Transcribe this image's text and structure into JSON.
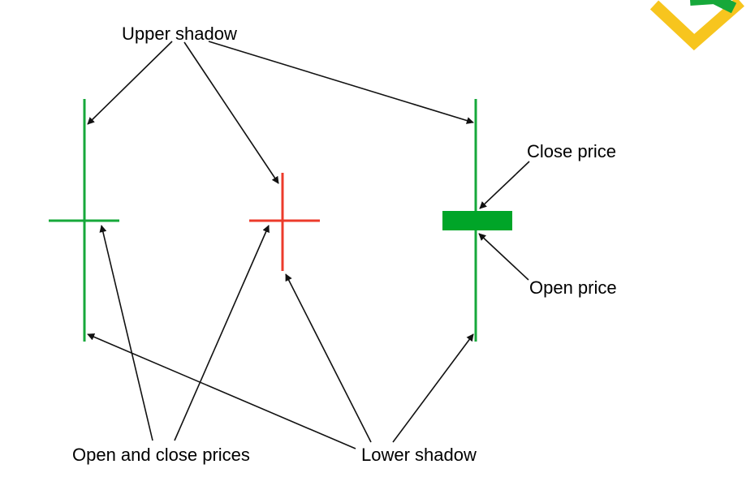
{
  "labels": {
    "upper_shadow": "Upper shadow",
    "close_price": "Close price",
    "open_price": "Open price",
    "open_and_close_prices": "Open and close prices",
    "lower_shadow": "Lower shadow"
  },
  "colors": {
    "bullish": "#16a83a",
    "bearish": "#ec3b2b",
    "arrow": "#111111",
    "logo_yellow": "#f7c51e",
    "logo_green": "#16a83a"
  },
  "icons": {
    "logo": "brand-logo-icon"
  }
}
